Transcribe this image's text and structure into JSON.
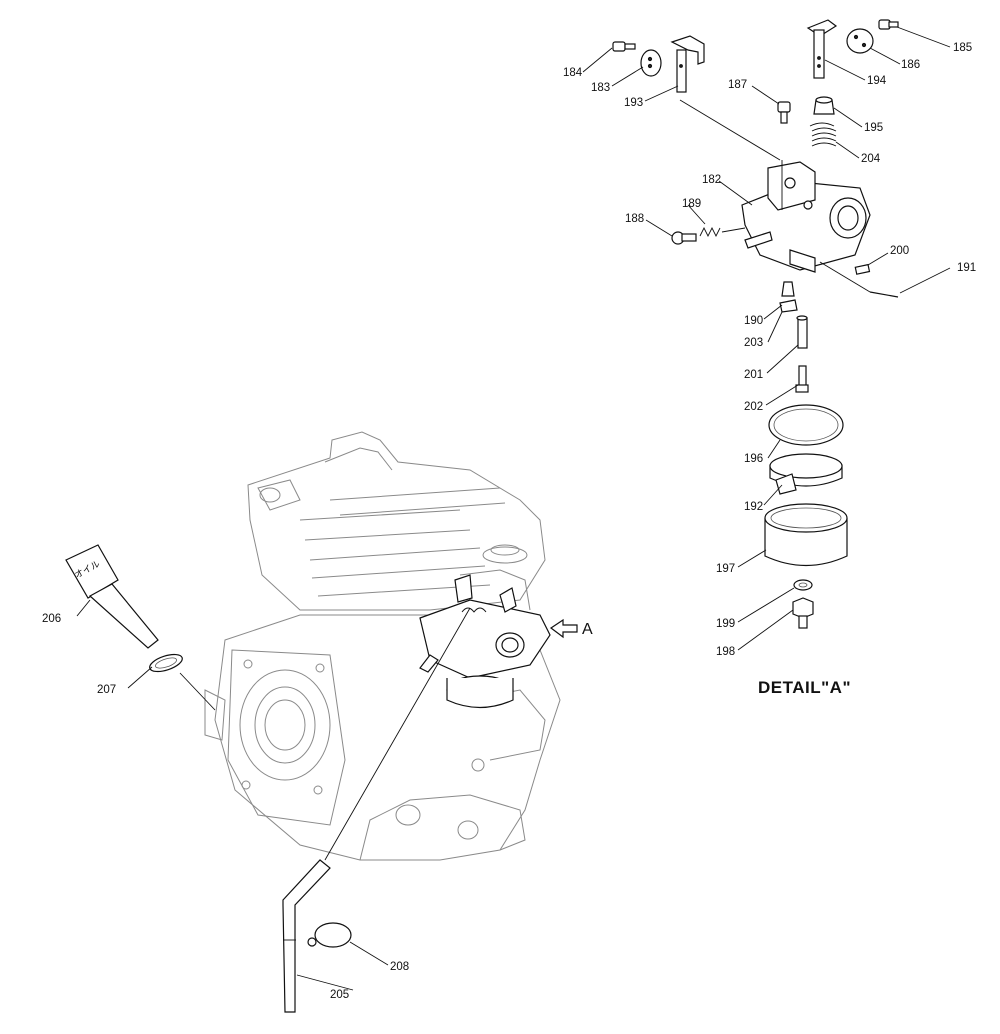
{
  "detail_title": "DETAIL\"A\"",
  "detail_marker": "A",
  "parts": {
    "p182": "182",
    "p183": "183",
    "p184": "184",
    "p185": "185",
    "p186": "186",
    "p187": "187",
    "p188": "188",
    "p189": "189",
    "p190": "190",
    "p191": "191",
    "p192": "192",
    "p193": "193",
    "p194": "194",
    "p195": "195",
    "p196": "196",
    "p197": "197",
    "p198": "198",
    "p199": "199",
    "p200": "200",
    "p201": "201",
    "p202": "202",
    "p203": "203",
    "p204": "204",
    "p205": "205",
    "p206": "206",
    "p207": "207",
    "p208": "208"
  },
  "dipstick_text": "オイル"
}
